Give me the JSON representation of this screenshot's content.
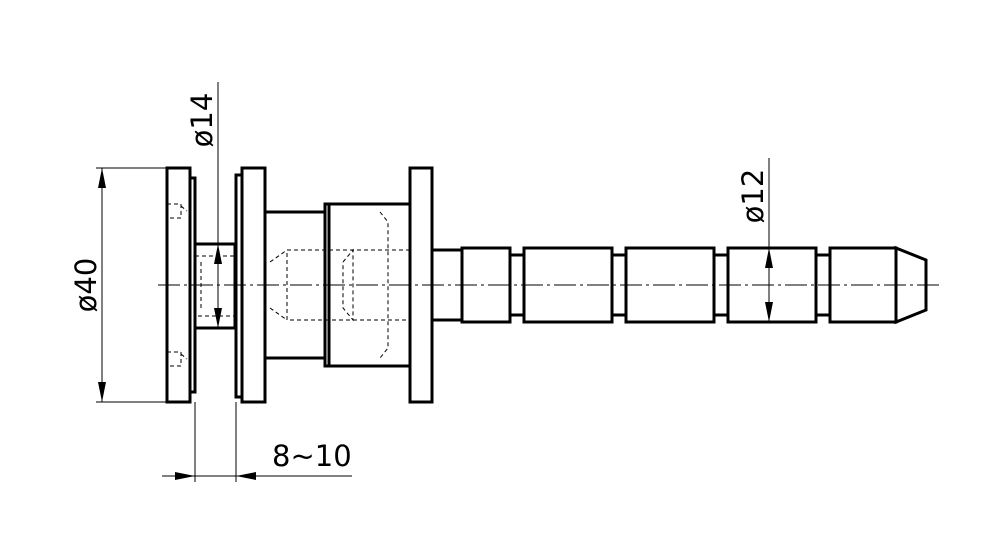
{
  "dimensions": {
    "flange_diameter": "ø40",
    "neck_diameter": "ø14",
    "shaft_diameter": "ø12",
    "glass_gap": "8~10"
  },
  "colors": {
    "line": "#000000",
    "background": "#ffffff"
  }
}
